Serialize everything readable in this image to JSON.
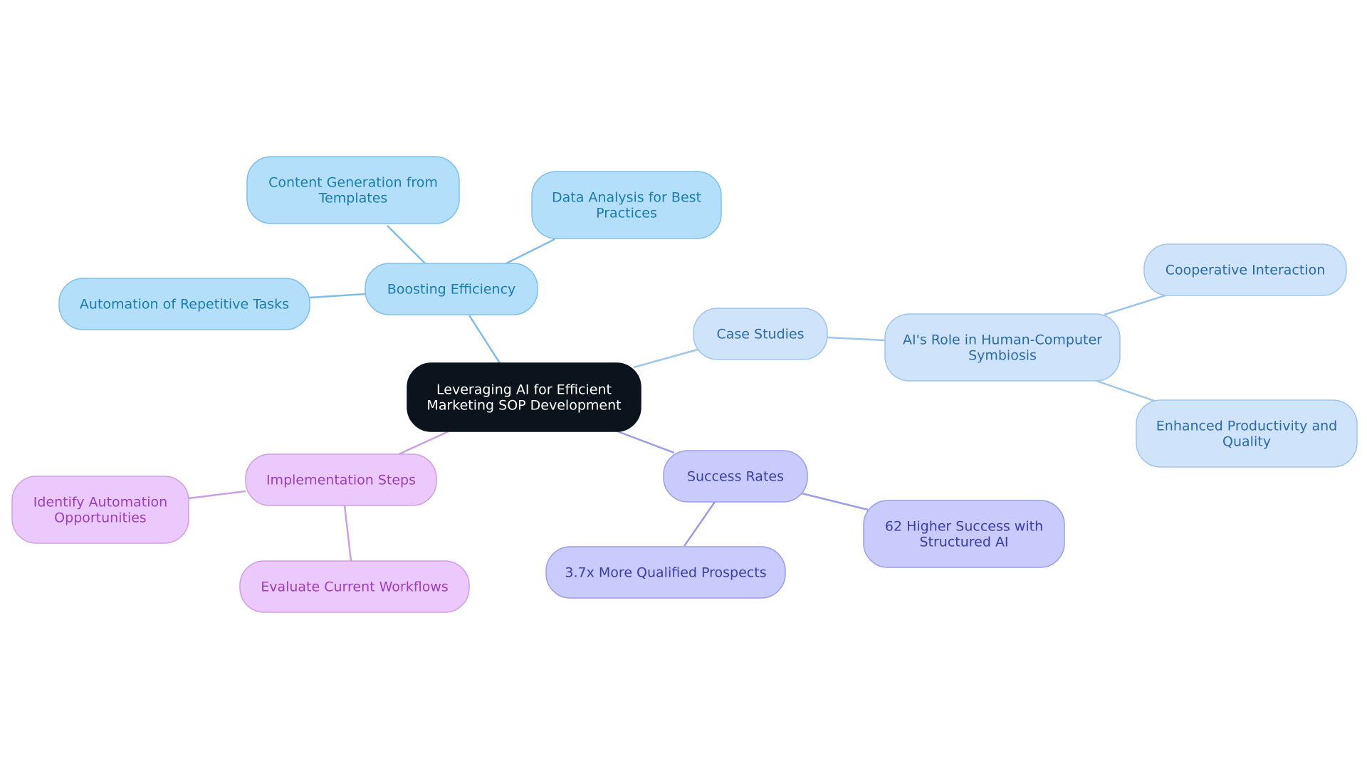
{
  "mindmap": {
    "palette": {
      "center": {
        "fill": "#0b141c",
        "stroke": "#0b141c",
        "text": "#ffffff"
      },
      "efficiency": {
        "fill": "#b3dffb",
        "stroke": "#7cc0e9",
        "text": "#1a7cae",
        "line": "#80bde6"
      },
      "case": {
        "fill": "#cfe3fb",
        "stroke": "#9ec6ed",
        "text": "#2b6aa8",
        "line": "#9ec6ea"
      },
      "success": {
        "fill": "#c9cbfd",
        "stroke": "#9a9ee8",
        "text": "#3a3ea8",
        "line": "#9b9de1"
      },
      "implementation": {
        "fill": "#ecc9fc",
        "stroke": "#cf9ee6",
        "text": "#9a3ebc",
        "line": "#cc9fe0"
      }
    },
    "root": {
      "lines": [
        "Leveraging AI for Efficient",
        "Marketing SOP Development"
      ],
      "palette": "center"
    },
    "branches": [
      {
        "key": "efficiency",
        "label": {
          "lines": [
            "Boosting Efficiency"
          ]
        },
        "children": [
          {
            "key": "content-generation",
            "lines": [
              "Content Generation from",
              "Templates"
            ]
          },
          {
            "key": "data-analysis",
            "lines": [
              "Data Analysis for Best",
              "Practices"
            ]
          },
          {
            "key": "automation",
            "lines": [
              "Automation of Repetitive Tasks"
            ]
          }
        ]
      },
      {
        "key": "case",
        "label": {
          "lines": [
            "Case Studies"
          ]
        },
        "children": [
          {
            "key": "ai-role",
            "lines": [
              "AI's Role in Human-Computer",
              "Symbiosis"
            ],
            "children": [
              {
                "key": "cooperative",
                "lines": [
                  "Cooperative Interaction"
                ]
              },
              {
                "key": "productivity",
                "lines": [
                  "Enhanced Productivity and",
                  "Quality"
                ]
              }
            ]
          }
        ]
      },
      {
        "key": "success",
        "label": {
          "lines": [
            "Success Rates"
          ]
        },
        "children": [
          {
            "key": "higher-success",
            "lines": [
              "62 Higher Success with",
              "Structured AI"
            ]
          },
          {
            "key": "qualified-prospects",
            "lines": [
              "3.7x More Qualified Prospects"
            ]
          }
        ]
      },
      {
        "key": "implementation",
        "label": {
          "lines": [
            "Implementation Steps"
          ]
        },
        "children": [
          {
            "key": "identify-automation",
            "lines": [
              "Identify Automation",
              "Opportunities"
            ]
          },
          {
            "key": "evaluate-workflows",
            "lines": [
              "Evaluate Current Workflows"
            ]
          }
        ]
      }
    ]
  }
}
